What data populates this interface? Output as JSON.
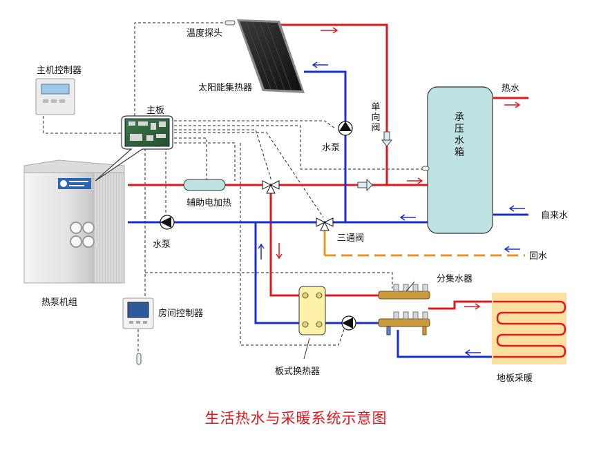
{
  "title": "生活热水与采暖系统示意图",
  "labels": {
    "temp_probe": "温度探头",
    "solar_collector": "太阳能集热器",
    "host_controller": "主机控制器",
    "main_board": "主板",
    "water_pump_top": "水泵",
    "check_valve": "单向阀",
    "tank": "承压水箱",
    "hot_water": "热水",
    "aux_heater": "辅助电加热",
    "cold_water": "自来水",
    "three_way_valve": "三通阀",
    "water_pump_left": "水泵",
    "return_water": "回水",
    "manifold": "分集水器",
    "heat_pump_unit": "热泵机组",
    "room_controller": "房间控制器",
    "plate_exchanger": "板式换热器",
    "floor_heating": "地板采暖"
  },
  "colors": {
    "hot_pipe": "#e0181e",
    "cold_pipe": "#1a2ecc",
    "return_pipe": "#e8961e",
    "tank_fill": "#bfe3e3",
    "exchanger_fill": "#fff2a8",
    "floor_fill": "#fbe0a0"
  }
}
